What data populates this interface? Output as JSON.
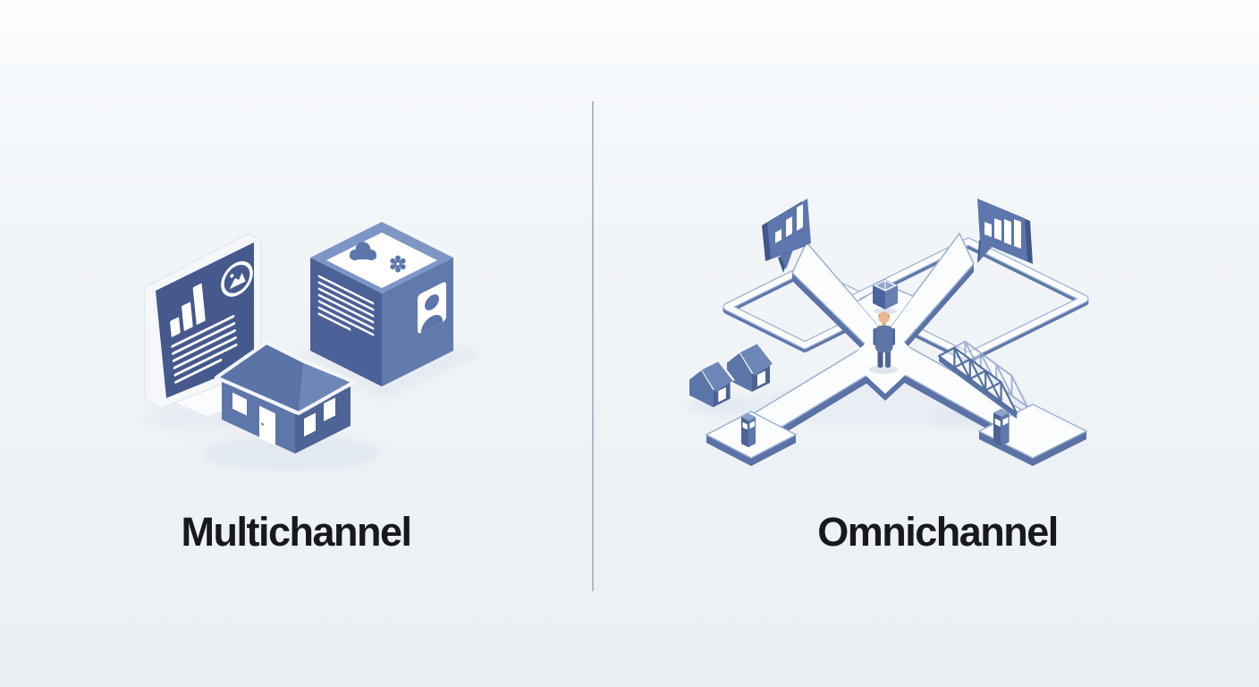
{
  "page": {
    "type": "comparison-infographic",
    "background_top": "#fcfdfe",
    "background_bottom": "#ecf0f5",
    "divider_color": "#b2b8c6"
  },
  "panels": {
    "left": {
      "label": "Multichannel",
      "icons": [
        {
          "name": "presentation-board-icon",
          "desc": "tilted board with ascending bar chart, text lines and round photo badge",
          "bar_heights": [
            1,
            2,
            3
          ]
        },
        {
          "name": "info-cube-icon",
          "desc": "isometric cube with cloud icon and gear icon on top card, text lines on left face, profile card on right face"
        },
        {
          "name": "house-icon",
          "desc": "isometric house with white door and windows"
        }
      ]
    },
    "right": {
      "label": "Omnichannel",
      "icons": [
        {
          "name": "crossroads-icon",
          "desc": "isometric X crossroads with side ring roads"
        },
        {
          "name": "person-icon",
          "desc": "person standing at center of crossroads"
        },
        {
          "name": "speech-bubble-bar-chart-left",
          "bar_heights": [
            1,
            2,
            3
          ]
        },
        {
          "name": "speech-bubble-bar-chart-right",
          "bar_heights": [
            2,
            3,
            3,
            4
          ]
        },
        {
          "name": "package-box-icon",
          "desc": "small box at upper road junction"
        },
        {
          "name": "houses-icon",
          "desc": "two small isometric houses"
        },
        {
          "name": "truss-bridge-icon",
          "desc": "lattice truss bridge over right ring road"
        },
        {
          "name": "kiosk-left-icon",
          "desc": "signpost kiosk on lower-left road platform"
        },
        {
          "name": "kiosk-right-icon",
          "desc": "signpost kiosk on lower-right road platform"
        }
      ]
    }
  },
  "colors": {
    "blue_dark": "#46598c",
    "blue_mid": "#5d77ac",
    "blue_light": "#7e96c5",
    "blue_pale": "#9db1d2",
    "road_surface": "#fbfdff",
    "road_side": "#5a72a5",
    "shadow": "#e5eaf1",
    "label_text": "#17191e",
    "skin": "#e9b68c"
  }
}
